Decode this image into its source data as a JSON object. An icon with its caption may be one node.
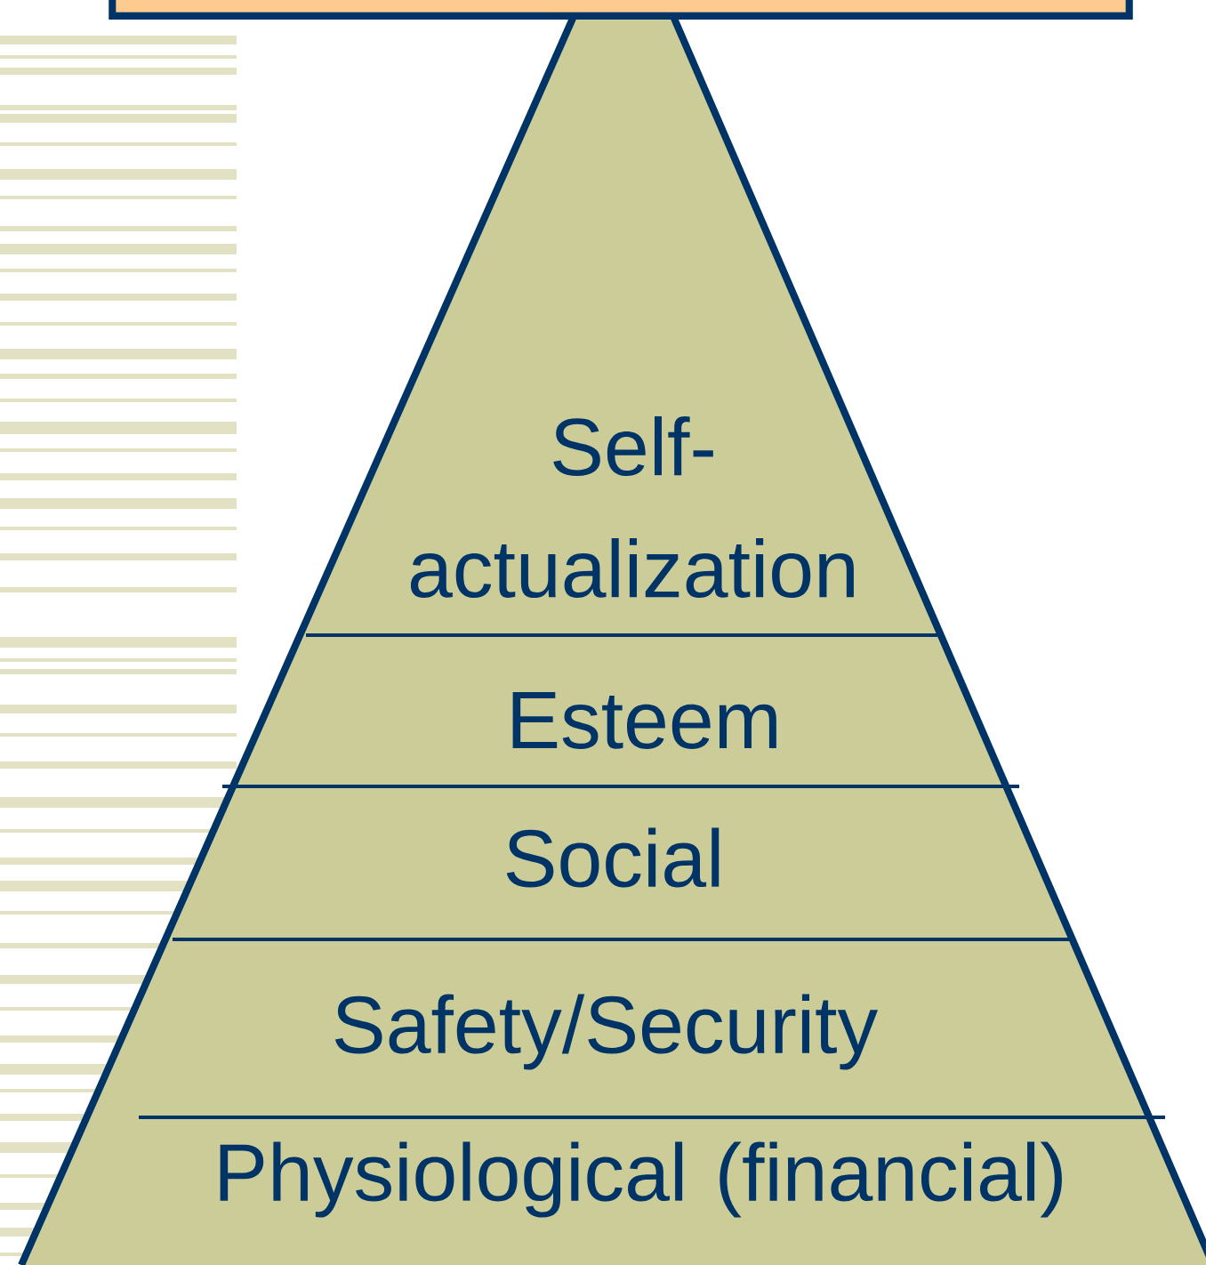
{
  "diagram": {
    "nodes": [
      {
        "text": [],
        "shape": "box"
      },
      {
        "text": [
          "Self-actualization"
        ]
      },
      {
        "text": [
          "Esteem"
        ]
      },
      {
        "text": [
          "Social"
        ]
      },
      {
        "text": [
          "Safety/Security"
        ]
      },
      {
        "text": [
          "Physiological (financial)"
        ]
      }
    ]
  }
}
